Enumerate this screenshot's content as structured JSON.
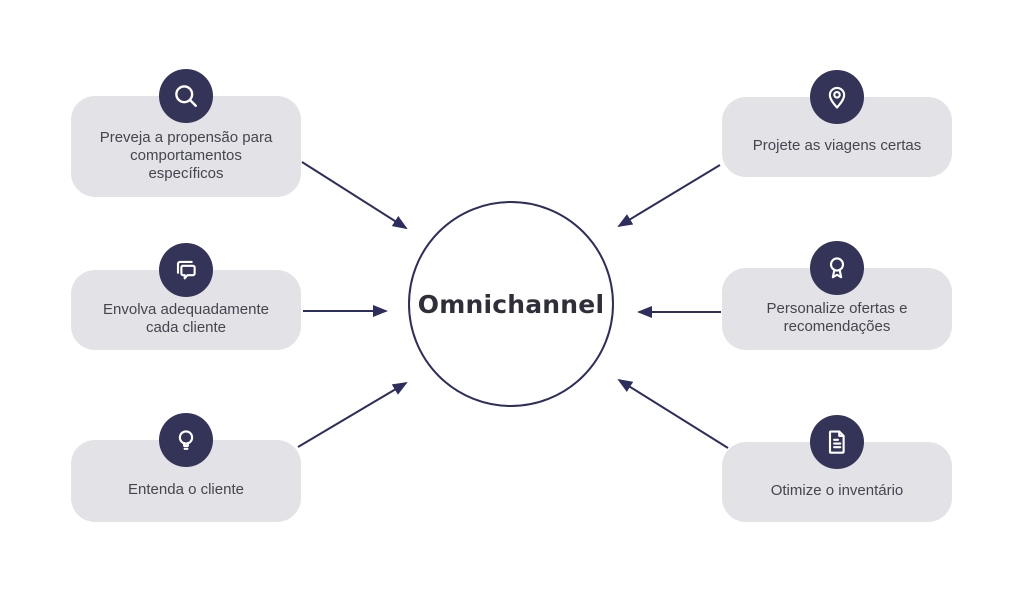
{
  "diagram": {
    "type": "hub-and-spoke",
    "center": {
      "label": "Omnichannel"
    },
    "nodes": [
      {
        "id": "preveja-propensao",
        "side": "left",
        "icon": "search-icon",
        "label": "Preveja a propensão para\ncomportamentos\nespecíficos",
        "points_to": "center"
      },
      {
        "id": "envolva-cliente",
        "side": "left",
        "icon": "chat-bubbles-icon",
        "label": "Envolva adequadamente\ncada cliente",
        "points_to": "center"
      },
      {
        "id": "entenda-cliente",
        "side": "left",
        "icon": "lightbulb-icon",
        "label": "Entenda o cliente",
        "points_to": "center"
      },
      {
        "id": "projete-viagens",
        "side": "right",
        "icon": "location-pin-icon",
        "label": "Projete as viagens certas",
        "points_to": "center"
      },
      {
        "id": "personalize-ofertas",
        "side": "right",
        "icon": "award-ribbon-icon",
        "label": "Personalize ofertas e\nrecomendações",
        "points_to": "center"
      },
      {
        "id": "otimize-inventario",
        "side": "right",
        "icon": "document-icon",
        "label": "Otimize o inventário",
        "points_to": "center"
      }
    ],
    "colors": {
      "card_background": "#E2E2E7",
      "icon_circle_background": "#343459",
      "arrow": "#2D2D5E",
      "card_text": "#45454F",
      "center_title_text": "#2F2F39",
      "page_background": "#FFFFFF"
    }
  }
}
